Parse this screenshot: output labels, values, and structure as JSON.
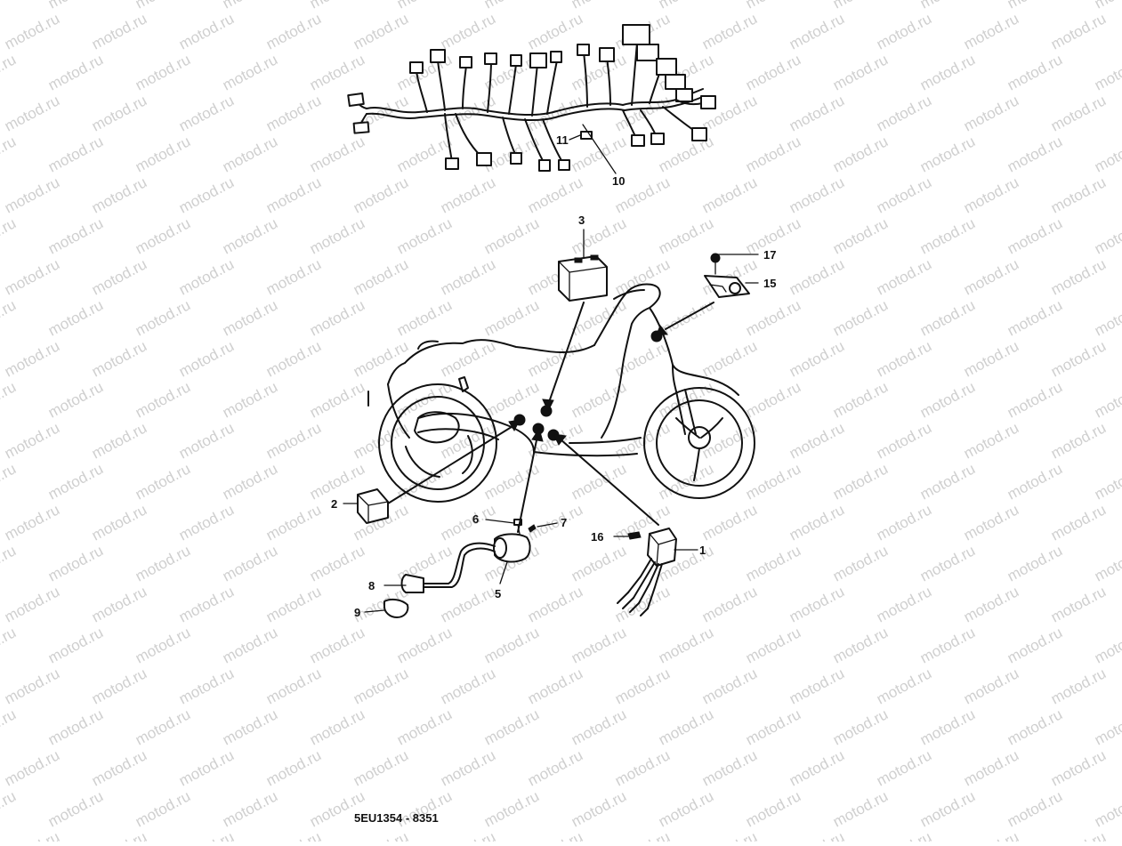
{
  "watermark": {
    "text": "motod.ru",
    "color": "#cfcfcf"
  },
  "colors": {
    "ink": "#111111",
    "paper": "#ffffff"
  },
  "drawing_code": "5EU1354 - 8351",
  "callouts": [
    {
      "id": "c1",
      "text": "1"
    },
    {
      "id": "c2",
      "text": "2"
    },
    {
      "id": "c3",
      "text": "3"
    },
    {
      "id": "c5",
      "text": "5"
    },
    {
      "id": "c6",
      "text": "6"
    },
    {
      "id": "c7",
      "text": "7"
    },
    {
      "id": "c8",
      "text": "8"
    },
    {
      "id": "c9",
      "text": "9"
    },
    {
      "id": "c10",
      "text": "10"
    },
    {
      "id": "c11",
      "text": "11"
    },
    {
      "id": "c15",
      "text": "15"
    },
    {
      "id": "c16",
      "text": "16"
    },
    {
      "id": "c17",
      "text": "17"
    }
  ]
}
